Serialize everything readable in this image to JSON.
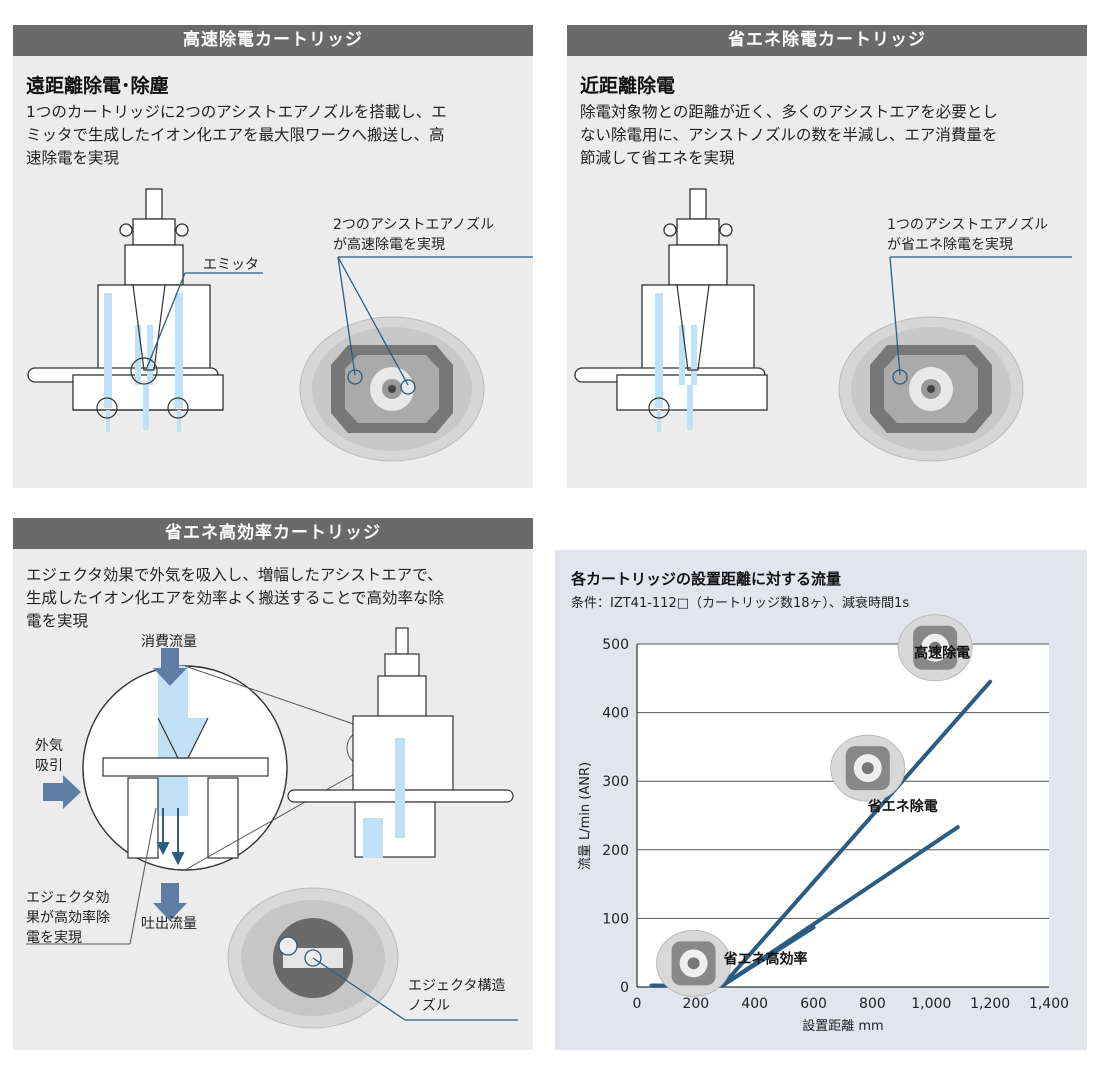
{
  "panel_high_speed": {
    "header": "高速除電カートリッジ",
    "subtitle": "遠距離除電･除塵",
    "desc": [
      "1つのカートリッジに2つのアシストエアノズルを搭載し、エ",
      "ミッタで生成したイオン化エアを最大限ワークへ搬送し、高",
      "速除電を実現"
    ],
    "label_emitter": "エミッタ",
    "label_nozzle": [
      "2つのアシストエアノズル",
      "が高速除電を実現"
    ]
  },
  "panel_energy_saving": {
    "header": "省エネ除電カートリッジ",
    "subtitle": "近距離除電",
    "desc": [
      "除電対象物との距離が近く、多くのアシストエアを必要とし",
      "ない除電用に、アシストノズルの数を半減し、エア消費量を",
      "節減して省エネを実現"
    ],
    "label_nozzle": [
      "1つのアシストエアノズル",
      "が省エネ除電を実現"
    ]
  },
  "panel_high_efficiency": {
    "header": "省エネ高効率カートリッジ",
    "desc": [
      "エジェクタ効果で外気を吸入し、増幅したアシストエアで、",
      "生成したイオン化エアを効率よく搬送することで高効率な除",
      "電を実現"
    ],
    "label_consumption": "消費流量",
    "label_outside_air": [
      "外気",
      "吸引"
    ],
    "label_discharge": "吐出流量",
    "label_ejector_effect": [
      "エジェクタ効",
      "果が高効率除",
      "電を実現"
    ],
    "label_ejector_nozzle": [
      "エジェクタ構造",
      "ノズル"
    ]
  },
  "chart_panel": {
    "title": "各カートリッジの設置距離に対する流量",
    "condition": "条件：IZT41-112□（カートリッジ数18ヶ）、減衰時間1s"
  },
  "colors": {
    "header_bg": "#6a6a6a",
    "panel_bg": "#ececec",
    "chart_bg": "#e3e5ec",
    "line": "#2b5d84",
    "air": "#bfe0f5",
    "arrow": "#5e7ea6"
  },
  "chart_data": {
    "type": "line",
    "xlabel": "設置距離 mm",
    "ylabel": "流量 L/min (ANR)",
    "xlim": [
      0,
      1400
    ],
    "ylim": [
      0,
      500
    ],
    "xticks": [
      "0",
      "200",
      "400",
      "600",
      "800",
      "1,000",
      "1,200",
      "1,400"
    ],
    "yticks": [
      "0",
      "100",
      "200",
      "300",
      "400",
      "500"
    ],
    "grid": "horizontal",
    "series": [
      {
        "name": "高速除電",
        "x": [
          50,
          290,
          1200
        ],
        "y": [
          2,
          2,
          445
        ]
      },
      {
        "name": "省エネ除電",
        "x": [
          50,
          290,
          1090
        ],
        "y": [
          2,
          2,
          233
        ]
      },
      {
        "name": "省エネ高効率",
        "x": [
          50,
          290,
          600
        ],
        "y": [
          2,
          2,
          87
        ]
      }
    ]
  }
}
